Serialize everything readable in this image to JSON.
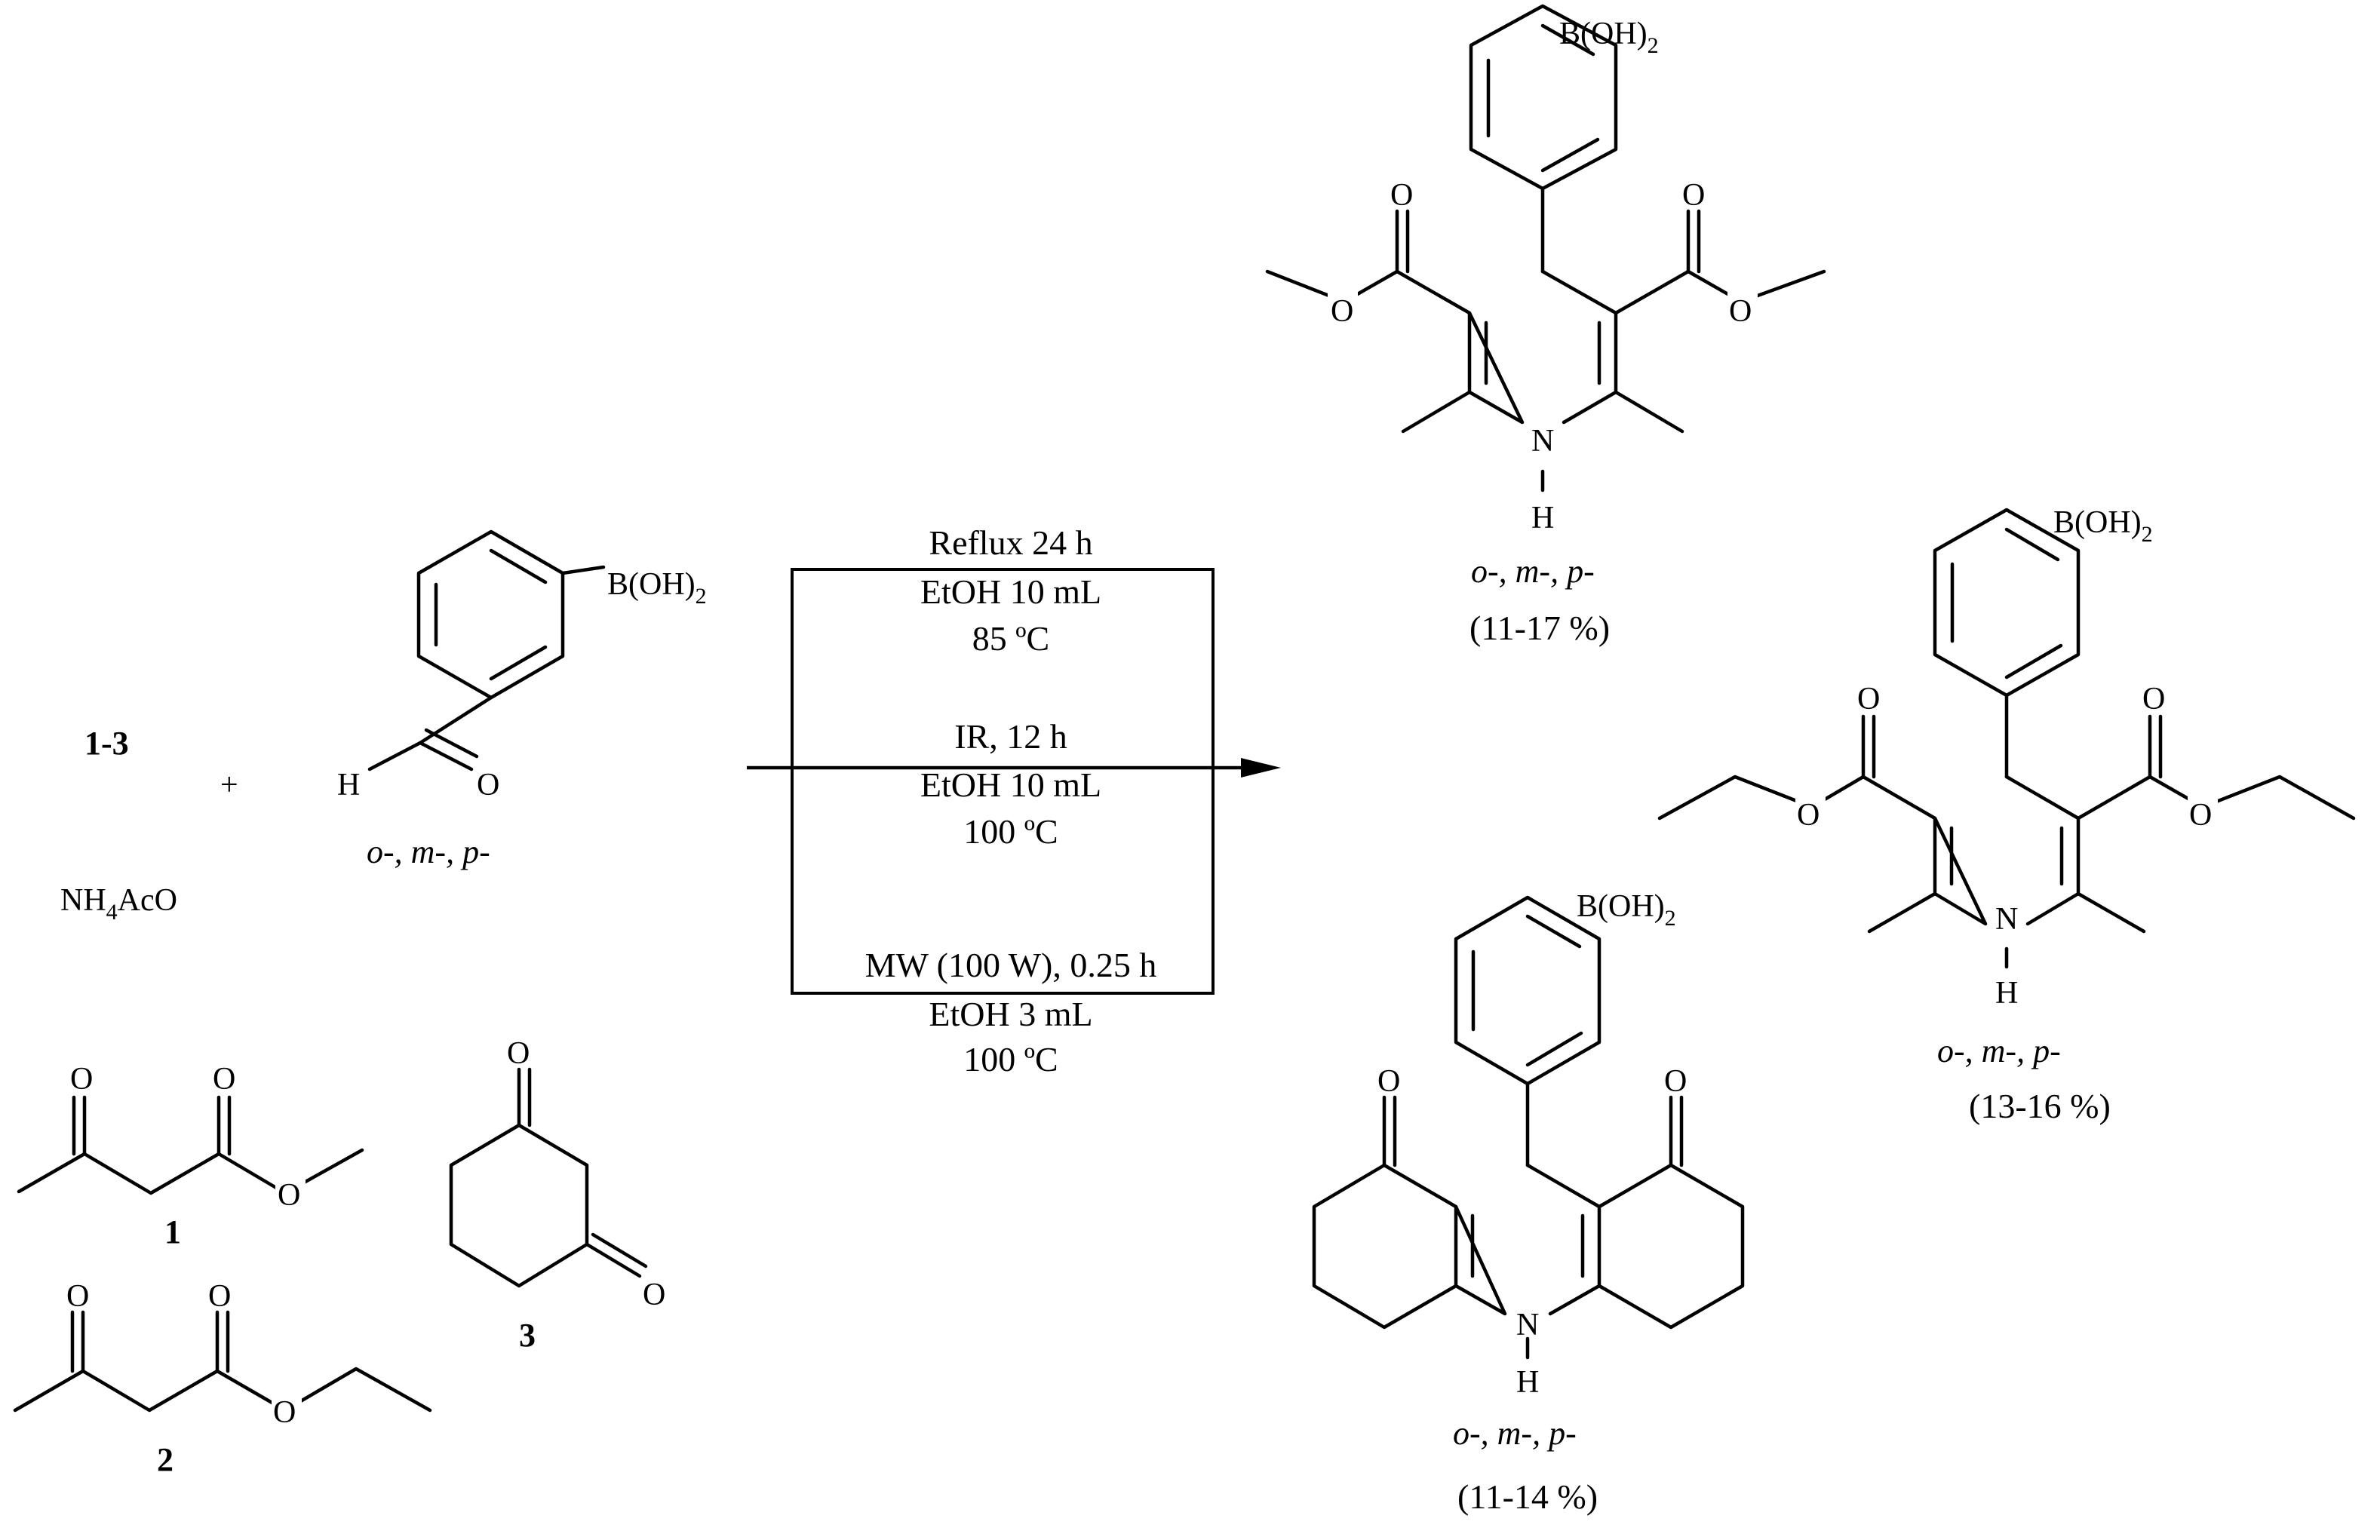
{
  "reactants": {
    "compound_range": "1-3",
    "plus": "+",
    "ammonium_acetate": {
      "main": "NH",
      "sub": "4",
      "tail": "AcO"
    },
    "aldehyde": {
      "boronic": {
        "main": "B(OH)",
        "sub": "2"
      },
      "h_atom": "H",
      "o_atom": "O",
      "positions": "o-, m-, p-"
    },
    "compound_1": {
      "label": "1",
      "o_keto": "O",
      "o_ester_carbonyl": "O",
      "o_ester": "O"
    },
    "compound_2": {
      "label": "2",
      "o_keto": "O",
      "o_ester_carbonyl": "O",
      "o_ester": "O"
    },
    "compound_3": {
      "label": "3",
      "o_top": "O",
      "o_right": "O"
    }
  },
  "conditions": [
    {
      "line1": "Reflux 24 h",
      "line2": "EtOH 10 mL",
      "line3": "85 ºC"
    },
    {
      "line1": "IR, 12 h",
      "line2": "EtOH 10 mL",
      "line3": "100 ºC"
    },
    {
      "line1": "MW (100 W), 0.25 h",
      "line2": "EtOH 3 mL",
      "line3": "100 ºC"
    }
  ],
  "products": {
    "dimethyl_dhp": {
      "boronic": {
        "main": "B(OH)",
        "sub": "2"
      },
      "o_left_carbonyl": "O",
      "o_left_ester": "O",
      "o_right_carbonyl": "O",
      "o_right_ester": "O",
      "n_atom": "N",
      "h_atom": "H",
      "positions": "o-, m-, p-",
      "yield": "(11-17 %)"
    },
    "diethyl_dhp": {
      "boronic": {
        "main": "B(OH)",
        "sub": "2"
      },
      "o_left_carbonyl": "O",
      "o_left_ester": "O",
      "o_right_carbonyl": "O",
      "o_right_ester": "O",
      "n_atom": "N",
      "h_atom": "H",
      "positions": "o-, m-, p-",
      "yield": "(13-16 %)"
    },
    "acridinedione": {
      "boronic": {
        "main": "B(OH)",
        "sub": "2"
      },
      "o_left": "O",
      "o_right": "O",
      "n_atom": "N",
      "h_atom": "H",
      "positions": "o-, m-, p-",
      "yield": "(11-14 %)"
    }
  }
}
